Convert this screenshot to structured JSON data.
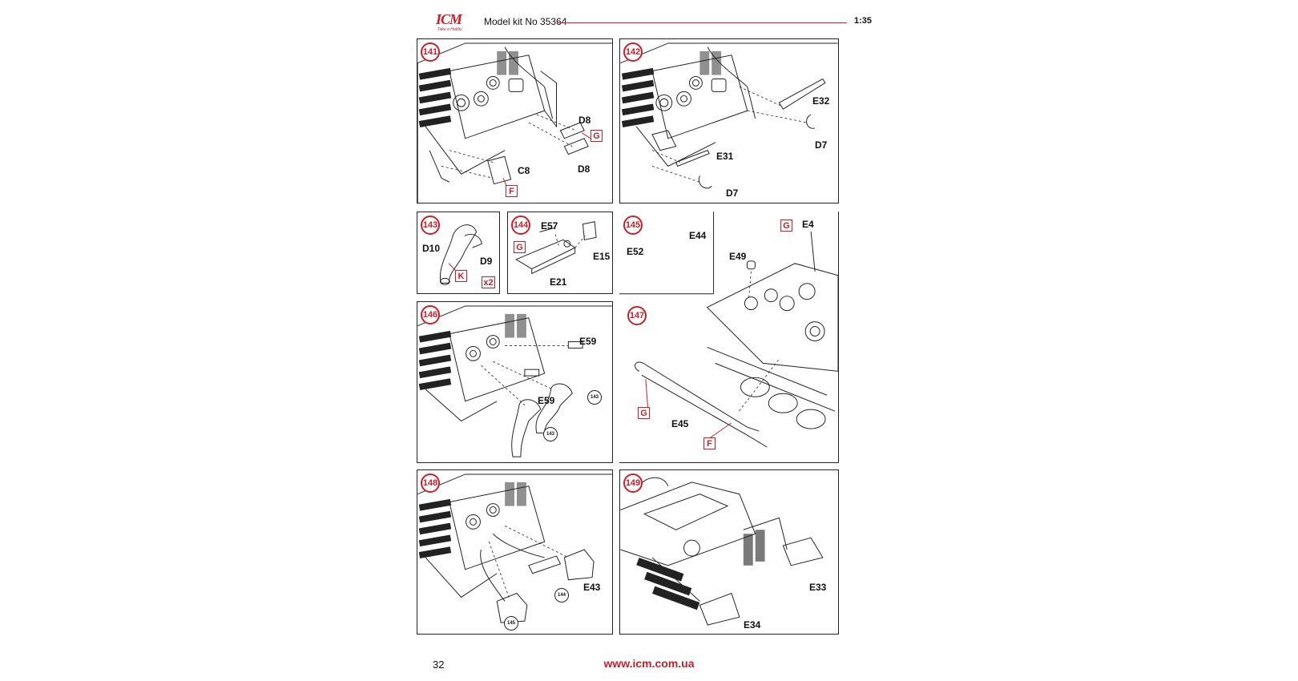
{
  "header": {
    "logo": "ICM",
    "logo_tagline": "Take a Hobby",
    "kit_title": "Model kit No 35364",
    "scale": "1:35"
  },
  "colors": {
    "accent": "#c8202a",
    "line": "#222222"
  },
  "steps": {
    "s141": {
      "number": "141",
      "labels": [
        "D8",
        "D8",
        "C8"
      ],
      "markers": [
        "G",
        "F"
      ]
    },
    "s142": {
      "number": "142",
      "labels": [
        "E32",
        "D7",
        "E31",
        "D7"
      ]
    },
    "s143": {
      "number": "143",
      "labels": [
        "D10",
        "D9"
      ],
      "markers": [
        "K",
        "x2"
      ]
    },
    "s144": {
      "number": "144",
      "labels": [
        "E57",
        "E15",
        "E21"
      ],
      "markers": [
        "G"
      ]
    },
    "s145": {
      "number": "145",
      "labels": [
        "E44",
        "E52"
      ]
    },
    "s146": {
      "number": "146",
      "labels": [
        "E59",
        "E59"
      ],
      "refs": [
        "143",
        "143"
      ]
    },
    "s147": {
      "number": "147",
      "labels": [
        "E4",
        "E49",
        "E45"
      ],
      "markers": [
        "G",
        "G",
        "F"
      ]
    },
    "s148": {
      "number": "148",
      "labels": [
        "E43"
      ],
      "refs": [
        "144",
        "145"
      ]
    },
    "s149": {
      "number": "149",
      "labels": [
        "E33",
        "E34"
      ]
    }
  },
  "footer": {
    "page_number": "32",
    "website": "www.icm.com.ua"
  }
}
